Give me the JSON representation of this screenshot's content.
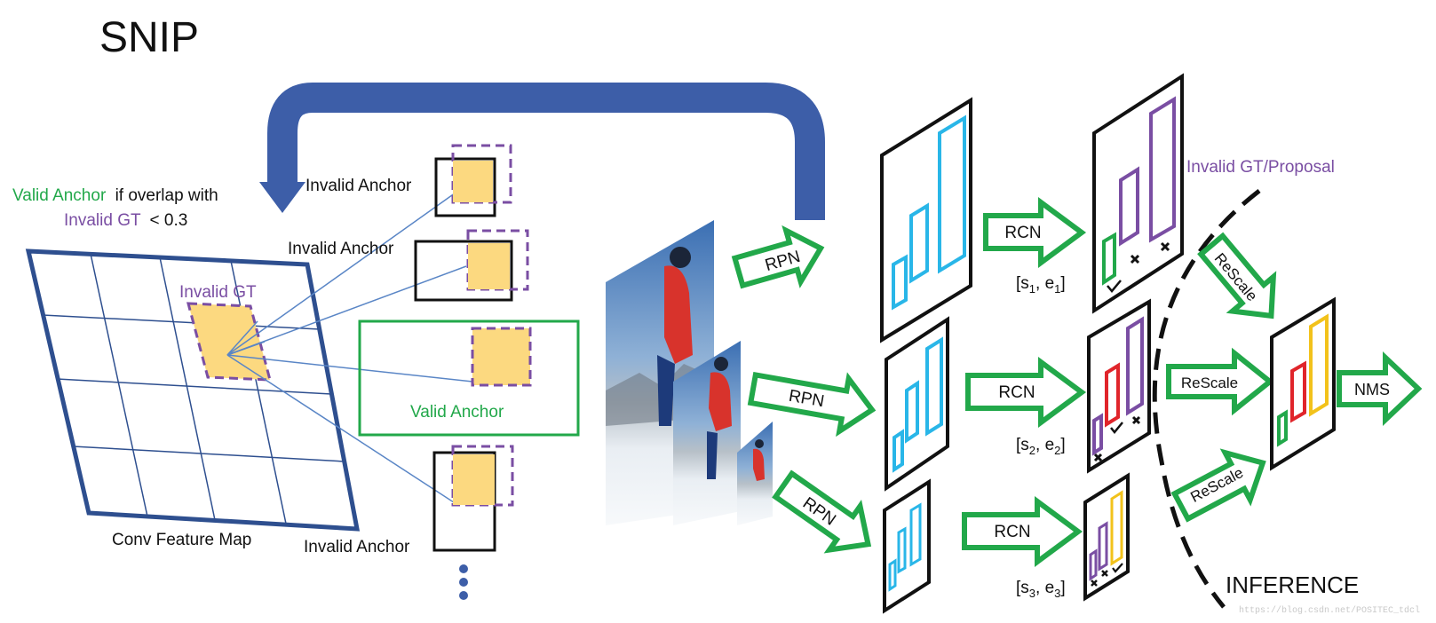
{
  "title": "SNIP",
  "labels": {
    "valid_anchor_green": "Valid Anchor",
    "if_overlap_with": "if overlap with",
    "invalid_gt_lt": "Invalid GT",
    "lt_value": "< 0.3",
    "invalid_gt": "Invalid GT",
    "invalid_anchor": "Invalid Anchor",
    "valid_anchor": "Valid Anchor",
    "conv_feature_map": "Conv Feature Map",
    "invalid_gt_proposal": "Invalid GT/Proposal",
    "inference": "INFERENCE",
    "watermark": "https://blog.csdn.net/POSITEC_tdcl"
  },
  "stages": {
    "rpn": "RPN",
    "rcn": "RCN",
    "rescale": "ReScale",
    "nms": "NMS"
  },
  "ranges": [
    {
      "s": "s",
      "sub1": "1",
      "e": "e",
      "sub2": "1"
    },
    {
      "s": "s",
      "sub1": "2",
      "e": "e",
      "sub2": "2"
    },
    {
      "s": "s",
      "sub1": "3",
      "e": "e",
      "sub2": "3"
    }
  ],
  "colors": {
    "blue_frame": "#2e4f8f",
    "arrow_blue": "#3d5ea8",
    "green": "#22a84a",
    "purple": "#7a4ea3",
    "cyan": "#29b6e8",
    "red": "#e0252b",
    "yellow": "#f2c21b",
    "gt_fill": "#fcd980"
  },
  "icons": [
    "check-icon",
    "cross-icon",
    "ellipsis-icon"
  ]
}
